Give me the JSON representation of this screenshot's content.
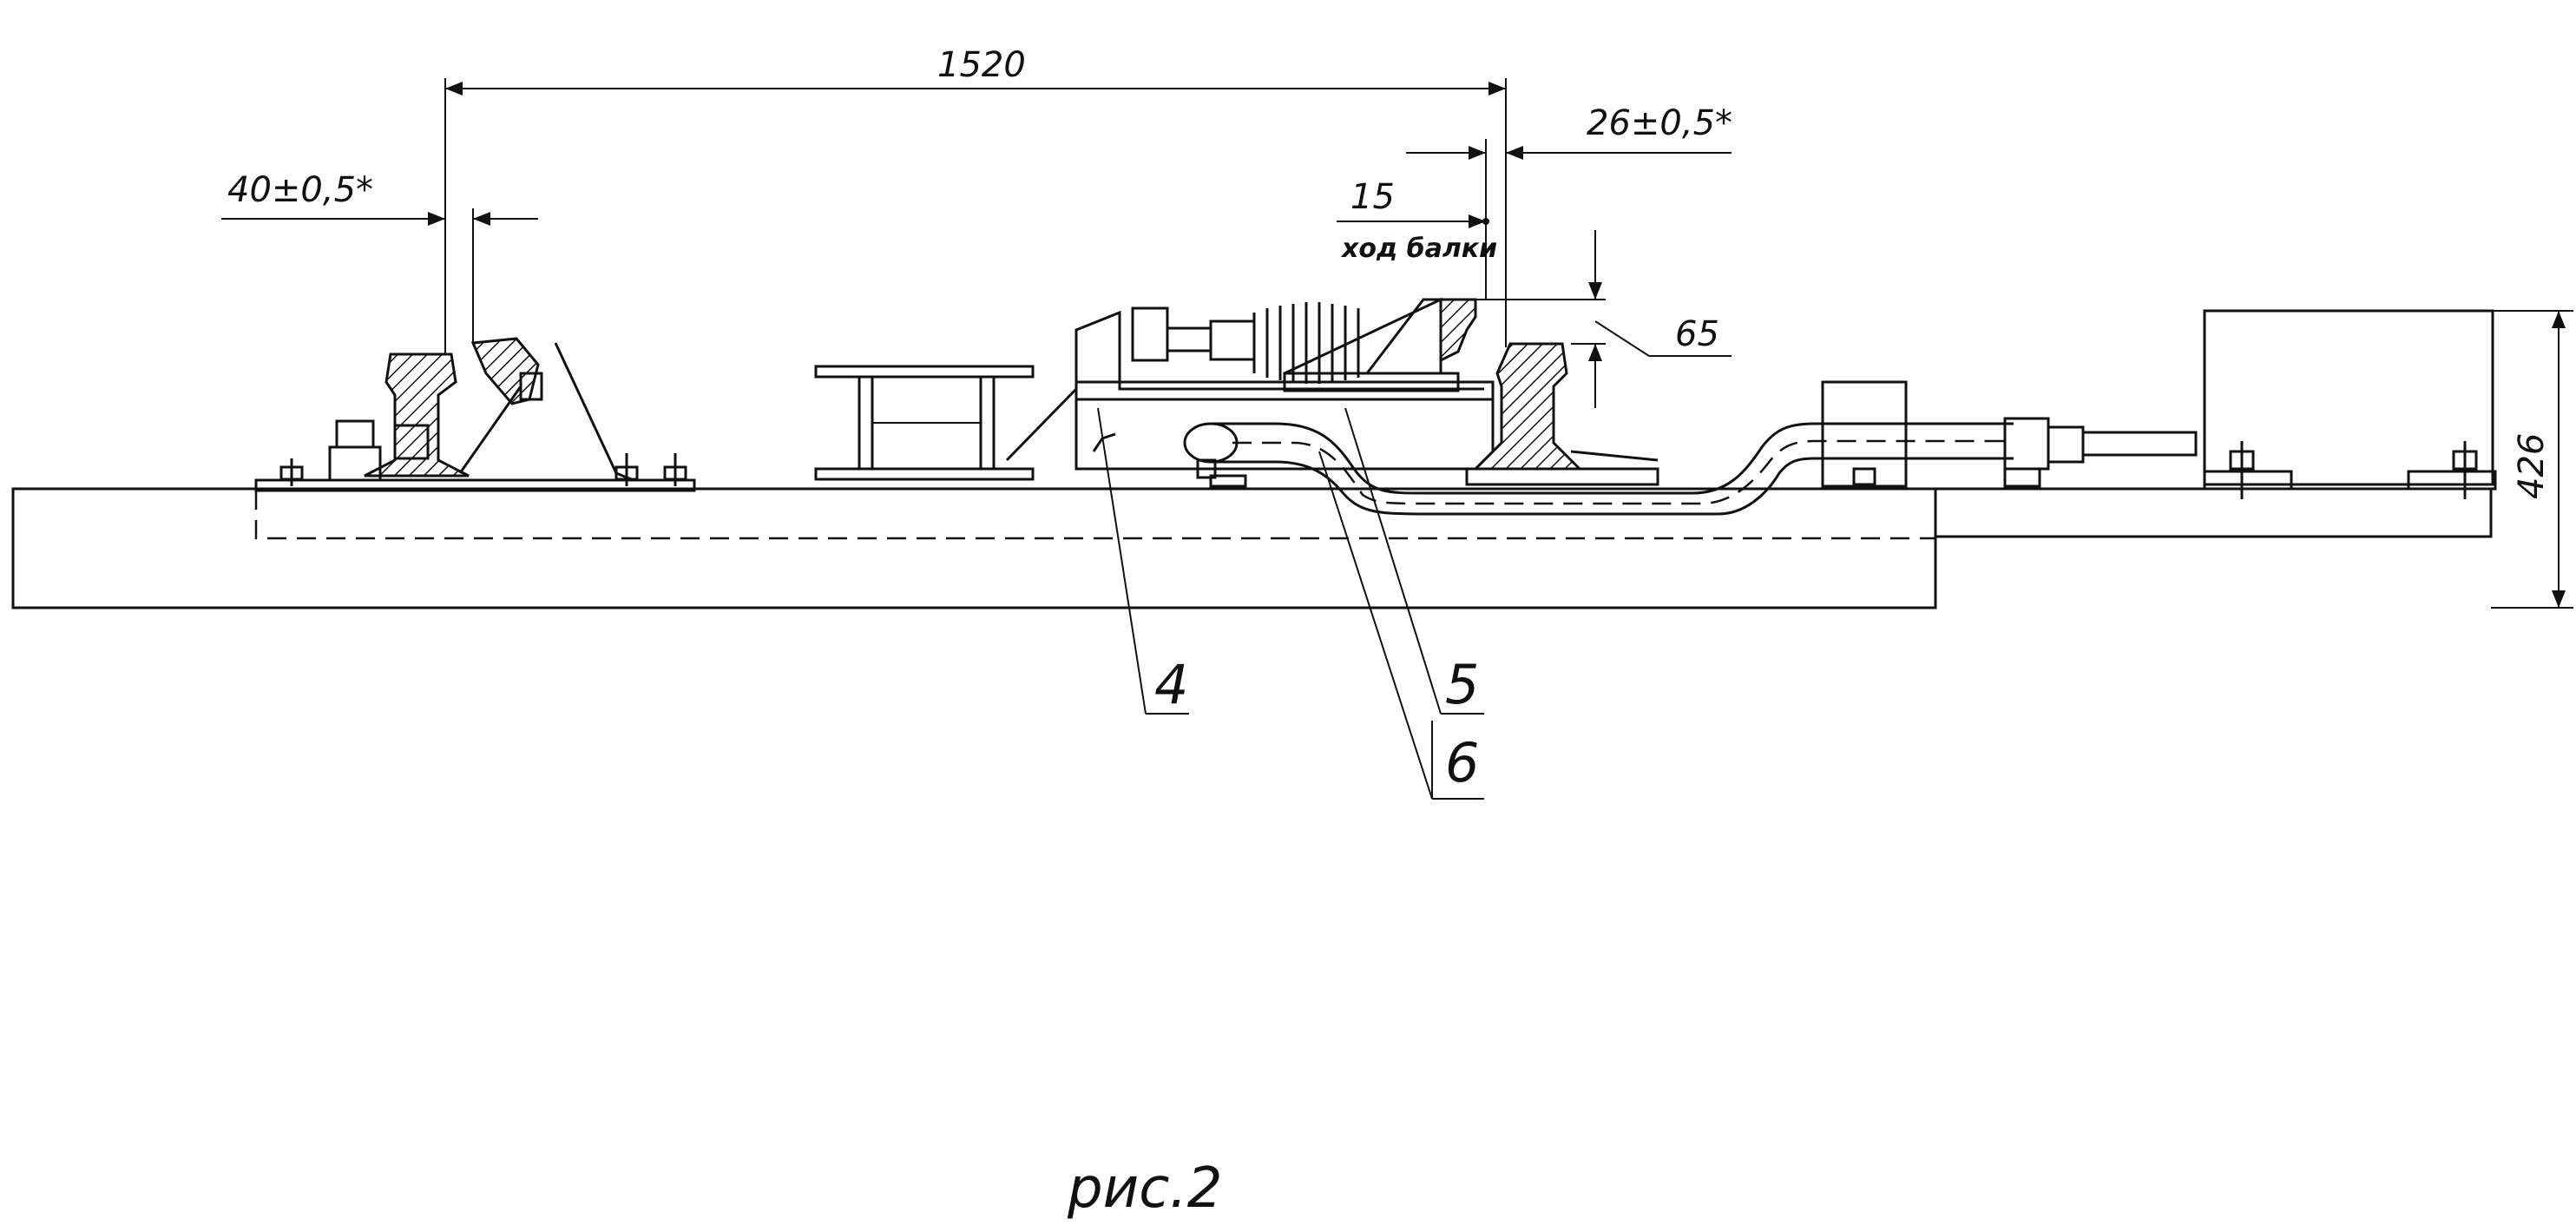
{
  "figure": {
    "caption": "рис.2",
    "dimensions": {
      "gauge": "1520",
      "left_offset": "40±0,5*",
      "right_offset": "26±0,5*",
      "beam_travel_value": "15",
      "beam_travel_label": "ход балки",
      "height_65": "65",
      "height_426": "426"
    },
    "callouts": {
      "item_4": "4",
      "item_5": "5",
      "item_6": "6"
    }
  }
}
